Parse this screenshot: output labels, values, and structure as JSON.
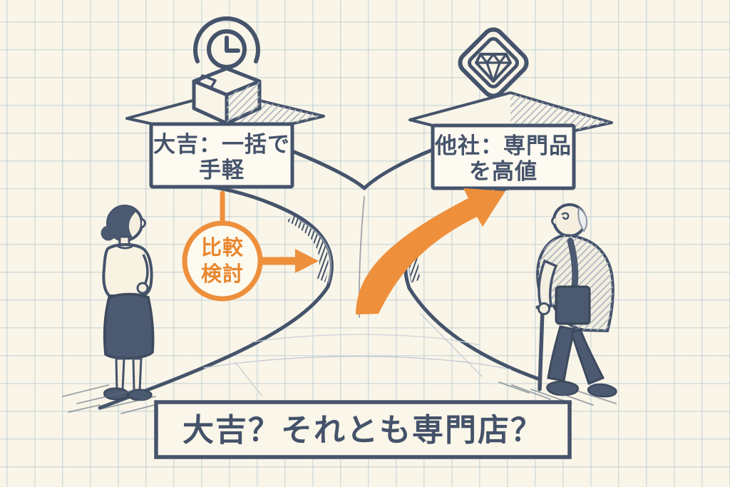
{
  "scene": {
    "left_sign": {
      "line1": "大吉：一括で",
      "line2": "手軽"
    },
    "right_sign": {
      "line1": "他社：専門品",
      "line2": "を高値"
    },
    "comparison_circle": {
      "line1": "比較",
      "line2": "検討"
    },
    "banner": {
      "text": "大吉？それとも専門店？"
    },
    "icons": {
      "left_top": "clock-icon",
      "left_box": "package-box-icon",
      "right_badge": "diamond-badge-icon"
    },
    "figures": {
      "left": "woman standing, back view",
      "right": "elderly man with cane and shoulder bag"
    },
    "colors": {
      "background": "#f9f5e8",
      "grid": "#cdd9e1",
      "ink": "#45536b",
      "accent_orange": "#ee8f3c",
      "panel_fill": "#fdfaf1"
    }
  }
}
